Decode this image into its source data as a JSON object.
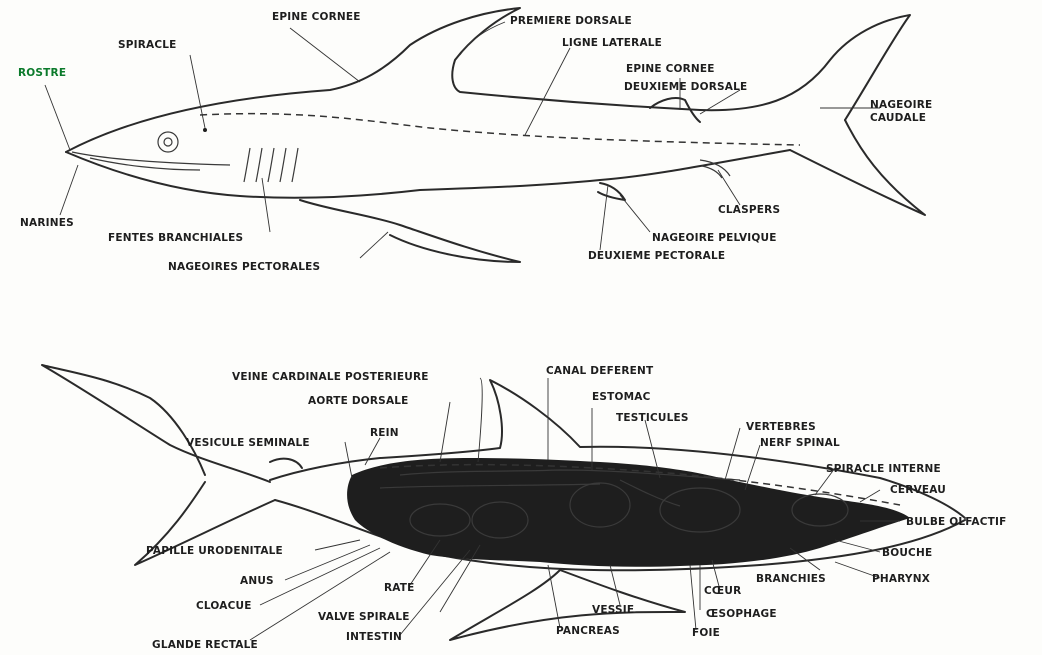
{
  "top": {
    "rostre": "ROSTRE",
    "narines": "NARINES",
    "spiracle": "SPIRACLE",
    "epine_cornee_1": "EPINE CORNEE",
    "premiere_dorsale": "PREMIERE DORSALE",
    "ligne_laterale": "LIGNE LATERALE",
    "epine_cornee_2": "EPINE CORNEE",
    "deuxieme_dorsale": "DEUXIEME DORSALE",
    "nageoire_caudale_1": "NAGEOIRE",
    "nageoire_caudale_2": "CAUDALE",
    "claspers": "CLASPERS",
    "nageoire_pelvique": "NAGEOIRE PELVIQUE",
    "deuxieme_pectorale": "DEUXIEME PECTORALE",
    "fentes_branchiales": "FENTES BRANCHIALES",
    "nageoires_pectorales": "NAGEOIRES PECTORALES"
  },
  "bottom": {
    "veine_cardinale": "VEINE CARDINALE POSTERIEURE",
    "canal_deferent": "CANAL DEFERENT",
    "aorte_dorsale": "AORTE DORSALE",
    "estomac": "ESTOMAC",
    "testicules": "TESTICULES",
    "rein": "REIN",
    "vertebres": "VERTEBRES",
    "nerf_spinal": "NERF SPINAL",
    "vesicule_seminale": "VESICULE SEMINALE",
    "spiracle_interne": "SPIRACLE INTERNE",
    "cerveau": "CERVEAU",
    "bulbe_olfactif": "BULBE OLFACTIF",
    "bouche": "BOUCHE",
    "pharynx": "PHARYNX",
    "branchies": "BRANCHIES",
    "coeur": "CŒUR",
    "oesophage": "ŒSOPHAGE",
    "foie": "FOIE",
    "vessie": "VESSIE",
    "pancreas": "PANCREAS",
    "intestin": "INTESTIN",
    "valve_spirale": "VALVE SPIRALE",
    "rate": "RATE",
    "papille_urogenitale": "PAPILLE URODENITALE",
    "anus": "ANUS",
    "cloaque": "CLOACUE",
    "glande_rectale": "GLANDE RECTALE"
  },
  "colors": {
    "ink": "#1e1e1e",
    "paper": "#fdfdfb"
  }
}
